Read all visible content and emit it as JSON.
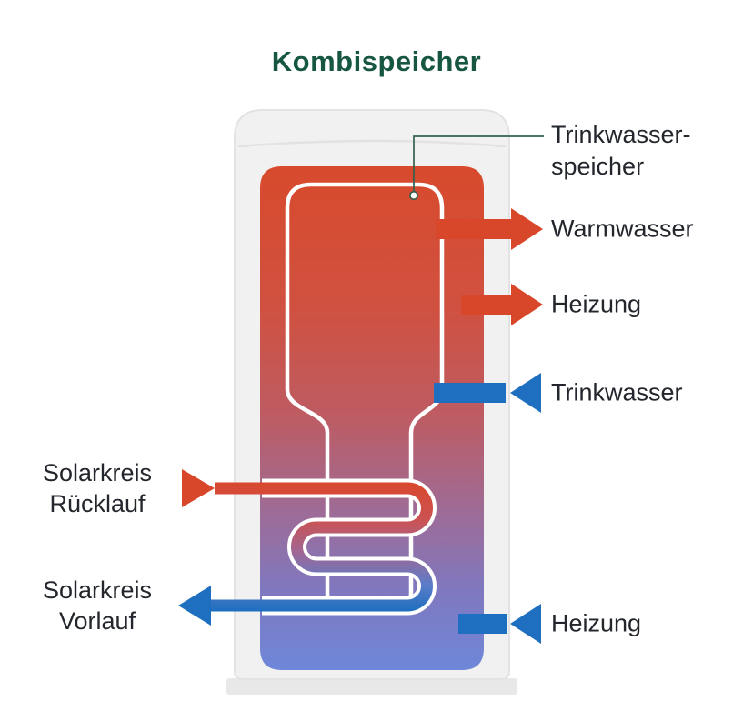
{
  "title": "Kombispeicher",
  "labels": {
    "inner_tank": {
      "line1": "Trinkwasser-",
      "line2": "speicher"
    },
    "warmwasser": "Warmwasser",
    "heizung_top": "Heizung",
    "trinkwasser": "Trinkwasser",
    "heizung_bottom": "Heizung",
    "solar_ruecklauf": {
      "line1": "Solarkreis",
      "line2": "Rücklauf"
    },
    "solar_vorlauf": {
      "line1": "Solarkreis",
      "line2": "Vorlauf"
    }
  },
  "colors": {
    "title_green": "#175741",
    "label_text": "#23262c",
    "hot_red": "#d9472b",
    "cold_blue": "#1e6fbf",
    "leader_green": "#35604f",
    "tank_gray": "#f1f1f1",
    "tank_base_gray": "#e8e8e8",
    "gradient_top": "#d84a2d",
    "gradient_bottom": "#6e87d9"
  }
}
